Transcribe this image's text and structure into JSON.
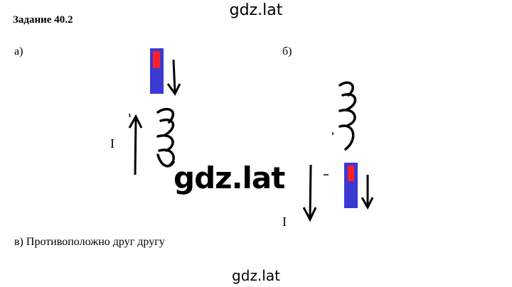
{
  "task": {
    "title": "Задание 40.2"
  },
  "watermark": {
    "text": "gdz.lat"
  },
  "figure_a": {
    "label": "а)",
    "current_label": "I"
  },
  "figure_b": {
    "label": "б)",
    "current_label": "I"
  },
  "answer": {
    "text": "в) Противоположно друг другу"
  },
  "colors": {
    "magnet_body": "#3a3ad0",
    "magnet_pole": "#ff1f2a",
    "ink": "#000000"
  }
}
